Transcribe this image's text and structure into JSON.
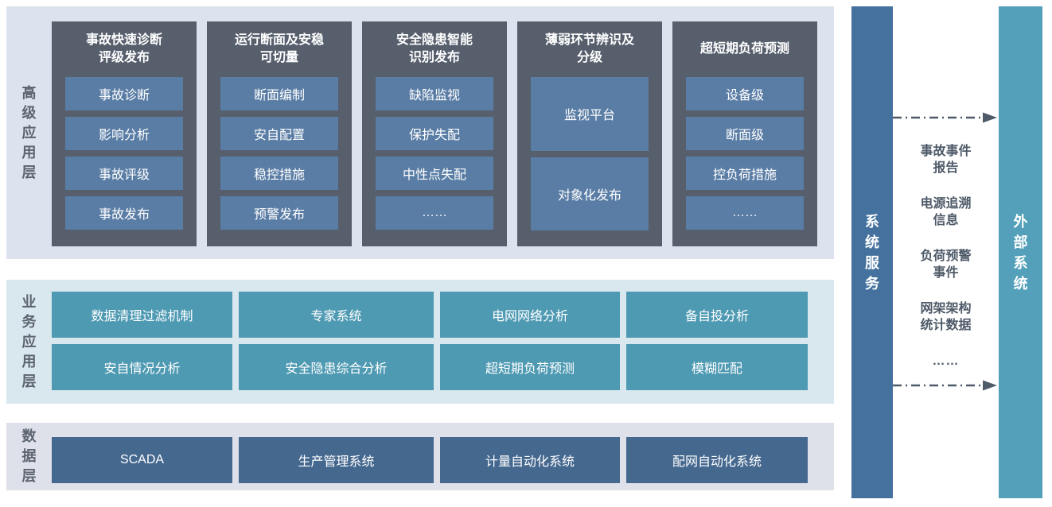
{
  "colors": {
    "page_bg": "#ffffff",
    "advanced_bg": "#dce3ee",
    "group_bg": "#575f6d",
    "module_btn": "#5a7da5",
    "business_bg": "#d9e7ef",
    "business_btn": "#4f9ab3",
    "data_bg": "#dfe1ea",
    "data_btn": "#45688f",
    "system_service_bar": "#44719e",
    "external_system_bar": "#54a0ba",
    "label_text": "#5c6470",
    "info_text": "#4e5a68",
    "white_text": "#ffffff"
  },
  "layers": {
    "advanced": {
      "label": "高级应用层",
      "columns": [
        {
          "title": "事故快速诊断\n评级发布",
          "items": [
            "事故诊断",
            "影响分析",
            "事故评级",
            "事故发布"
          ]
        },
        {
          "title": "运行断面及安稳\n可切量",
          "items": [
            "断面编制",
            "安自配置",
            "稳控措施",
            "预警发布"
          ]
        },
        {
          "title": "安全隐患智能\n识别发布",
          "items": [
            "缺陷监视",
            "保护失配",
            "中性点失配",
            "……"
          ]
        },
        {
          "title": "薄弱环节辨识及\n分级",
          "items": [
            "监视平台",
            "对象化发布"
          ]
        },
        {
          "title": "超短期负荷预测",
          "items": [
            "设备级",
            "断面级",
            "控负荷措施",
            "……"
          ]
        }
      ]
    },
    "business": {
      "label": "业务应用层",
      "rows": [
        [
          "数据清理过滤机制",
          "专家系统",
          "电网网络分析",
          "备自投分析"
        ],
        [
          "安自情况分析",
          "安全隐患综合分析",
          "超短期负荷预测",
          "模糊匹配"
        ]
      ]
    },
    "data": {
      "label": "数据层",
      "items": [
        "SCADA",
        "生产管理系统",
        "计量自动化系统",
        "配网自动化系统"
      ]
    }
  },
  "right_panel": {
    "system_service_label": "系统服务",
    "external_system_label": "外部系统",
    "exchange_items": [
      "事故事件\n报告",
      "电源追溯\n信息",
      "负荷预警\n事件",
      "网架架构\n统计数据",
      "……"
    ]
  }
}
